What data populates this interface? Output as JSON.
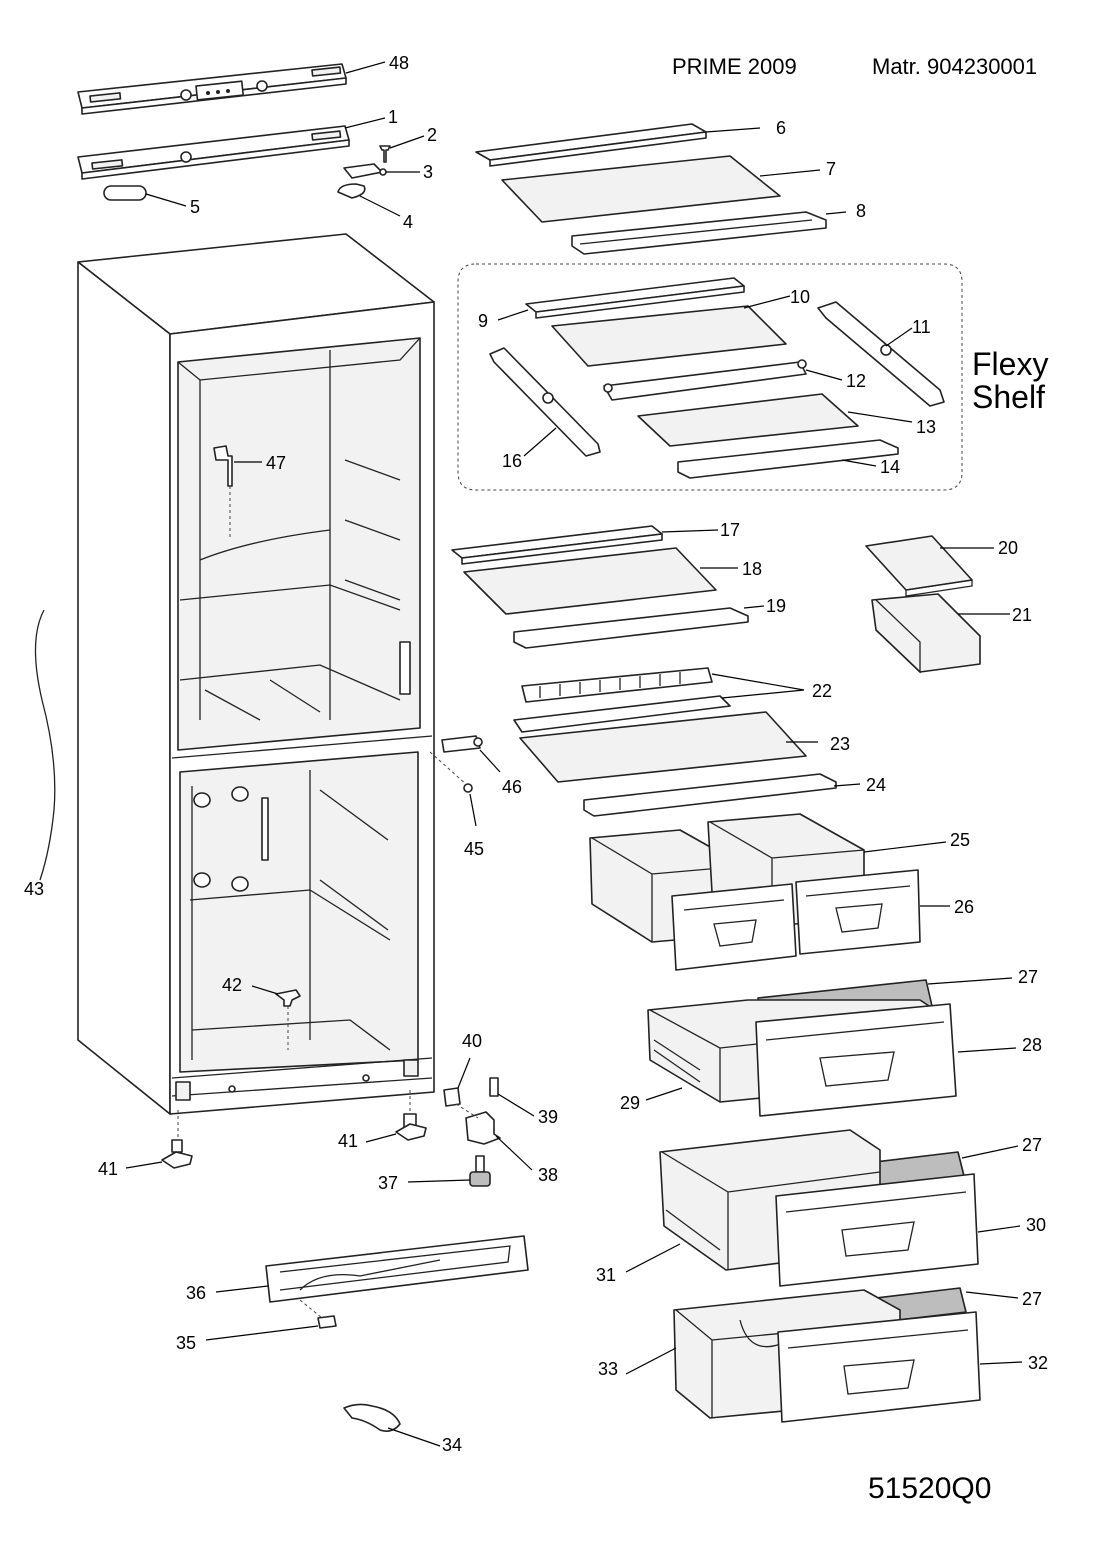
{
  "header": {
    "model": "PRIME 2009",
    "matr": "Matr. 904230001"
  },
  "footer": {
    "drawing_code": "51520Q0"
  },
  "flexy_shelf": {
    "line1": "Flexy",
    "line2": "Shelf"
  },
  "labels": {
    "p1": "1",
    "p2": "2",
    "p3": "3",
    "p4": "4",
    "p5": "5",
    "p6": "6",
    "p7": "7",
    "p8": "8",
    "p9": "9",
    "p10": "10",
    "p11": "11",
    "p12": "12",
    "p13": "13",
    "p14": "14",
    "p16": "16",
    "p17": "17",
    "p18": "18",
    "p19": "19",
    "p20": "20",
    "p21": "21",
    "p22": "22",
    "p23": "23",
    "p24": "24",
    "p25": "25",
    "p26": "26",
    "p27a": "27",
    "p27b": "27",
    "p27c": "27",
    "p28": "28",
    "p29": "29",
    "p30": "30",
    "p31": "31",
    "p32": "32",
    "p33": "33",
    "p34": "34",
    "p35": "35",
    "p36": "36",
    "p37": "37",
    "p38": "38",
    "p39": "39",
    "p40": "40",
    "p41a": "41",
    "p41b": "41",
    "p42": "42",
    "p43": "43",
    "p45": "45",
    "p46": "46",
    "p47": "47",
    "p48": "48"
  }
}
